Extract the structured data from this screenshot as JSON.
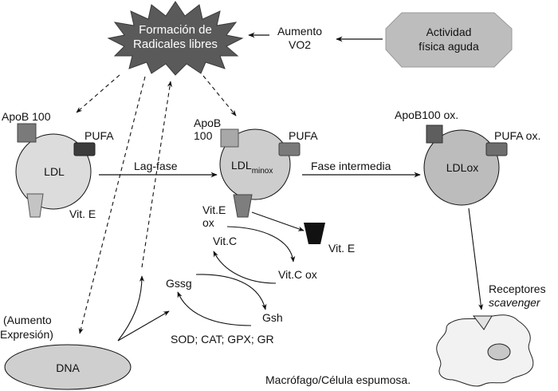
{
  "colors": {
    "star_fill": "#5a5a5a",
    "octagon_fill": "#bdbdbd",
    "ldl_fill": "#dcdcdc",
    "ldl_minox_fill": "#cdcdcd",
    "ldlox_fill": "#bcbcbc",
    "macrophage_fill": "#f2f2f2",
    "dna_fill": "#cfcfcf"
  },
  "nodes": {
    "radicales": {
      "line1": "Formación de",
      "line2": "Radicales libres"
    },
    "aumento_vo2": {
      "line1": "Aumento",
      "line2": "VO2"
    },
    "actividad": {
      "line1": "Actividad",
      "line2": "física aguda"
    },
    "ldl": {
      "label": "LDL",
      "apob": "ApoB 100",
      "pufa": "PUFA",
      "vite": "Vit. E"
    },
    "ldl_minox": {
      "label": "LDL",
      "subscript": "minox",
      "apob_line1": "ApoB",
      "apob_line2": "100",
      "pufa": "PUFA",
      "vite_line1": "Vit.E",
      "vite_line2": "ox"
    },
    "ldlox": {
      "label": "LDLox",
      "apob": "ApoB100 ox.",
      "pufa": "PUFA ox."
    },
    "vite_free": {
      "label": "Vit. E"
    },
    "vitc": {
      "label": "Vit.C"
    },
    "vitc_ox": {
      "label": "Vit.C ox"
    },
    "gssg": {
      "label": "Gssg"
    },
    "gsh": {
      "label": "Gsh"
    },
    "enzymes": {
      "label": "SOD; CAT; GPX; GR"
    },
    "aumento_expresion": {
      "line1": "(Aumento",
      "line2": "Expresión)"
    },
    "dna": {
      "label": "DNA"
    },
    "receptores": {
      "line1": "Receptores",
      "line2": "scavenger"
    },
    "macrofago": {
      "label": "Macrófago/Célula espumosa."
    }
  },
  "edges": {
    "lag_fase": "Lag-fase",
    "fase_intermedia": "Fase intermedia"
  }
}
